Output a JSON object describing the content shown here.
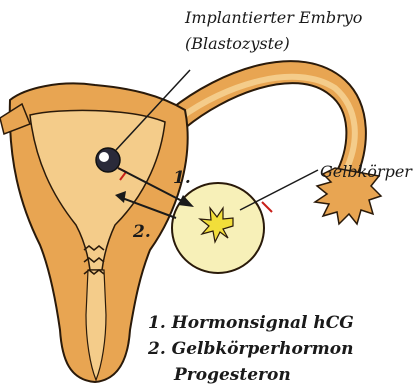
{
  "labels": {
    "embryo_line1": "Implantierter Embryo",
    "embryo_line2": "(Blastozyste)",
    "corpus_luteum": "Gelbkörper",
    "step1_marker": "1.",
    "step2_marker": "2."
  },
  "legend": [
    {
      "num": "1.",
      "text": "Hormonsignal hCG"
    },
    {
      "num": "2.",
      "text": "Gelbkörperhormon"
    },
    {
      "num": "",
      "text": "Progesteron"
    }
  ],
  "colors": {
    "uterus_outer": "#e8a552",
    "uterus_inner": "#f4cc8a",
    "ovary": "#f7f0b8",
    "corpus_star": "#f2de3a",
    "outline": "#2a1a0a",
    "embryo": "#2a2a3a",
    "accent_red": "#c8201a"
  }
}
